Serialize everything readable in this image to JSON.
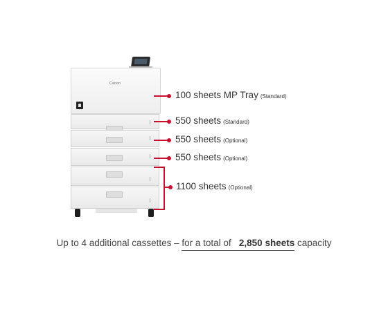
{
  "printer": {
    "logo": "Canon"
  },
  "callouts": [
    {
      "main": "100 sheets MP Tray",
      "note": "(Standard)"
    },
    {
      "main": "550 sheets",
      "note": "(Standard)"
    },
    {
      "main": "550 sheets",
      "note": "(Optional)"
    },
    {
      "main": "550 sheets",
      "note": "(Optional)"
    },
    {
      "main": "1100 sheets",
      "note": "(Optional)"
    }
  ],
  "caption": {
    "prefix": "Up to 4 additional cassettes – ",
    "underlined": "for a total of",
    "bold": "2,850 sheets",
    "suffix": "capacity"
  },
  "colors": {
    "accent": "#c8102e"
  }
}
